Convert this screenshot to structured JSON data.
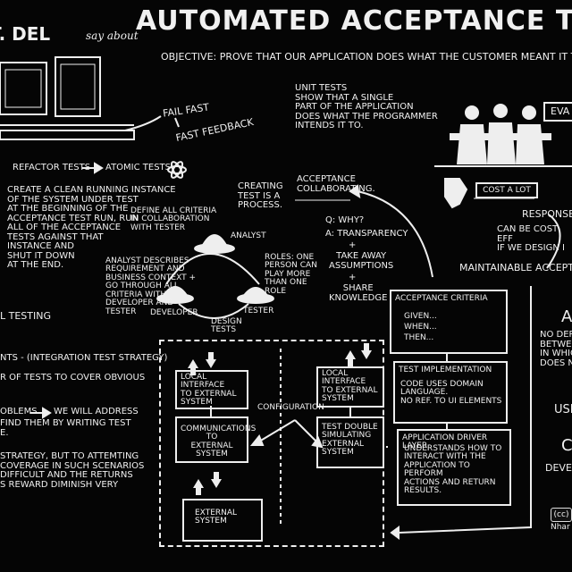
{
  "header": {
    "author": "T. DEL",
    "say_about": "say about",
    "title": "AUTOMATED ACCEPTANCE TEST"
  },
  "objective": {
    "text": "OBJECTIVE: PROVE THAT OUR APPLICATION DOES WHAT THE CUSTOMER MEANT IT TO, NOT TH\nWORKS THE WAY IT'S PROGRAMMERS THINK IT SHOULD."
  },
  "feedback": {
    "fail_fast": "FAIL FAST",
    "fast_feedback": "FAST FEEDBACK"
  },
  "unit_tests": "UNIT TESTS\nSHOW THAT A SINGLE\nPART OF THE APPLICATION\nDOES WHAT THE PROGRAMMER\nINTENDS IT TO.",
  "evaluator_badge": "EVA",
  "refactor": {
    "refactor_tests": "REFACTOR TESTS",
    "atomic_tests": "ATOMIC TESTS"
  },
  "clean_instance": "CREATE A CLEAN RUNNING INSTANCE\nOF THE SYSTEM UNDER TEST\nAT THE BEGINNING OF THE\nACCEPTANCE TEST RUN, RUN\nALL OF THE ACCEPTANCE\nTESTS AGAINST THAT\nINSTANCE AND\nSHUT IT DOWN\nAT THE END.",
  "all_testing": "L TESTING",
  "creating": "CREATING\nTEST IS A\nPROCESS.",
  "acceptance_collab": "ACCEPTANCE\nCOLLABORATING.",
  "define_criteria": "DEFINE ALL CRITERIA\nIN COLLABORATION\nWITH TESTER",
  "analyst_label": "ANALYST",
  "analyst_desc": "ANALYST DESCRIBES\nREQUIREMENT AND\nBUSINESS CONTEXT +\nGO THROUGH ALL\nCRITERIA WITH\nDEVELOPER AND\nTESTER",
  "roles": "ROLES: ONE\nPERSON CAN\nPLAY MORE\nTHAN ONE\nROLE",
  "developer_label": "DEVELOPER",
  "tester_label": "TESTER",
  "design_tests": "DESIGN\nTESTS",
  "why": {
    "question": "Q: WHY?",
    "answer": "A: TRANSPARENCY",
    "plus1": "+",
    "take_away": "TAKE AWAY\nASSUMPTIONS",
    "plus2": "+",
    "share": "SHARE\nKNOWLEDGE"
  },
  "cost": {
    "label": "COST A LOT",
    "response": "RESPONSE",
    "effective": "CAN BE COST EFF\nIF WE DESIGN I"
  },
  "maintainable": "MAINTAINABLE ACCEPTAN",
  "layers": {
    "criteria_title": "ACCEPTANCE CRITERIA",
    "given": "GIVEN...",
    "when": "WHEN...",
    "then": "THEN...",
    "impl_title": "TEST IMPLEMENTATION",
    "impl_text": "CODE USES DOMAIN\nLANGUAGE.\nNO REF. TO UI ELEMENTS",
    "driver_title": "APPLICATION DRIVER LAYER",
    "driver_text": "UNDERSTANDS HOW TO\nINTERACT WITH THE\nAPPLICATION TO PERFORM\nACTIONS AND RETURN\nRESULTS."
  },
  "integration": {
    "strategy": "NTS - (INTEGRATION TEST STRATEGY)",
    "cover": "R OF TESTS TO COVER OBVIOUS",
    "problems": "OBLEMS",
    "address": "WE WILL ADDRESS",
    "find": "FIND THEM BY WRITING TEST\nE.",
    "attempt": "STRATEGY, BUT TO ATTEMTING\nCOVERAGE IN SUCH SCENARIOS\nDIFFICULT AND THE RETURNS\nS REWARD DIMINISH VERY"
  },
  "system": {
    "local_interface": "LOCAL\nINTERFACE\nTO EXTERNAL\nSYSTEM",
    "communications": "COMMUNICATIONS\nTO\nEXTERNAL SYSTEM",
    "external": "EXTERNAL\nSYSTEM",
    "configuration": "CONFIGURATION",
    "local_interface_2": "LOCAL\nINTERFACE\nTO EXTERNAL\nSYSTEM",
    "test_double": "TEST DOUBLE\nSIMULATING\nEXTERNAL\nSYSTEM"
  },
  "right_edge": {
    "a_letter": "A",
    "no_dep": "NO DEPE\nBETWEEN\nIN WHIC\nDOES N",
    "use": "USE",
    "dev": "DEVE",
    "c_letter": "C"
  },
  "credit": {
    "cc": "(cc)",
    "name": "Nhar"
  }
}
